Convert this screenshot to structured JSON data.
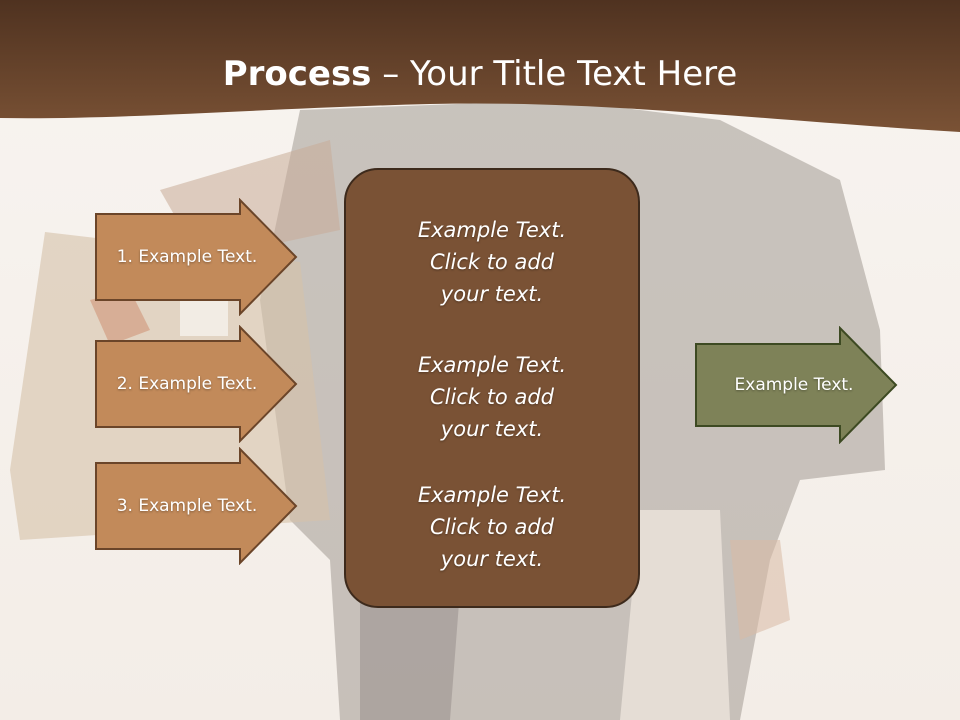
{
  "title": {
    "bold": "Process",
    "rest": " – Your Title Text Here"
  },
  "left_items": [
    {
      "label": "1. Example Text."
    },
    {
      "label": "2. Example Text."
    },
    {
      "label": "3. Example Text."
    }
  ],
  "center_items": [
    {
      "line1": "Example Text.",
      "line2": "Click  to add",
      "line3": "your text."
    },
    {
      "line1": "Example Text.",
      "line2": "Click  to add",
      "line3": "your text."
    },
    {
      "line1": "Example Text.",
      "line2": "Click  to add",
      "line3": "your text."
    }
  ],
  "right_item": {
    "label": "Example Text."
  },
  "colors": {
    "header": "#6b4529",
    "left_arrow_fill": "#c28a5a",
    "left_arrow_stroke": "#6b4529",
    "center_fill": "#7a5235",
    "right_arrow_fill": "#7e8258",
    "right_arrow_stroke": "#3d4a22"
  }
}
